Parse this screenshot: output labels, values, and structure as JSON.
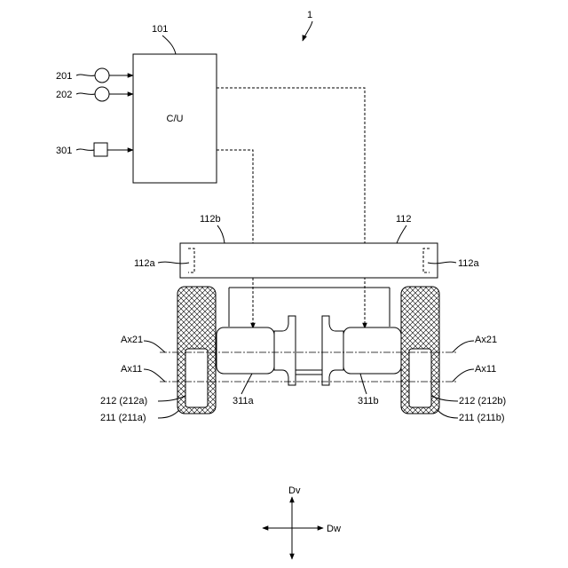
{
  "labels": {
    "system": "1",
    "controller_ref": "101",
    "controller_text": "C/U",
    "sensor_201": "201",
    "sensor_202": "202",
    "sensor_301": "301",
    "frame_112b": "112b",
    "frame_112": "112",
    "frame_112a_left": "112a",
    "frame_112a_right": "112a",
    "ax21_left": "Ax21",
    "ax11_left": "Ax11",
    "ax21_right": "Ax21",
    "ax11_right": "Ax11",
    "wheel_212_left": "212 (212a)",
    "wheel_211_left": "211 (211a)",
    "wheel_212_right": "212 (212b)",
    "wheel_211_right": "211 (211b)",
    "motor_311a": "311a",
    "motor_311b": "311b",
    "dir_dv": "Dv",
    "dir_dw": "Dw"
  }
}
